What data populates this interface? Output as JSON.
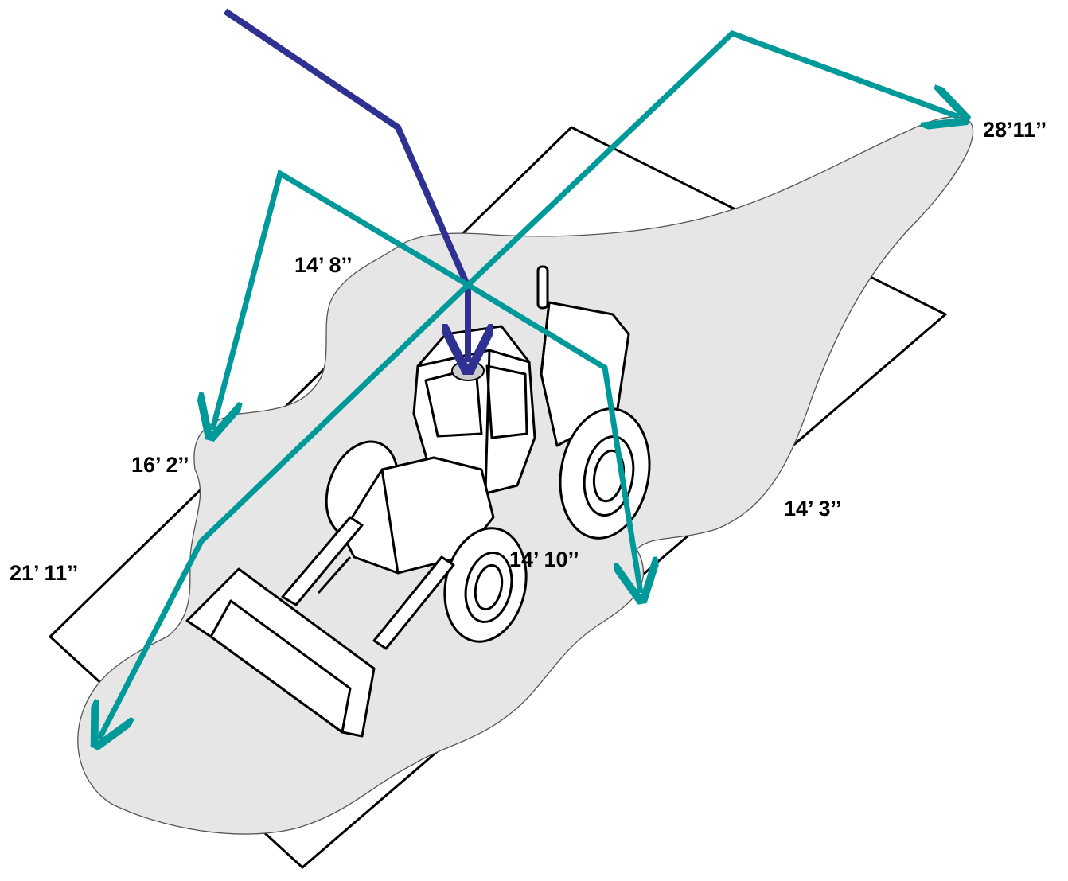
{
  "labels": {
    "top_right": "28’11’’",
    "upper_left": "14’ 8’’",
    "left": "16’ 2’’",
    "right": "14’ 3’’",
    "bottom": "14’ 10’’",
    "bottom_left": "21’ 11’’"
  },
  "colors": {
    "incident_ray": "#2e3192",
    "reflected_ray": "#009999",
    "zone_fill": "#e6e6e6",
    "zone_stroke": "#555555",
    "pad_outline": "#000000",
    "detector_fill": "#cccccc"
  },
  "icons": {
    "vehicle": "front-loader-tractor-icon",
    "detector": "detector-ellipse-icon"
  }
}
